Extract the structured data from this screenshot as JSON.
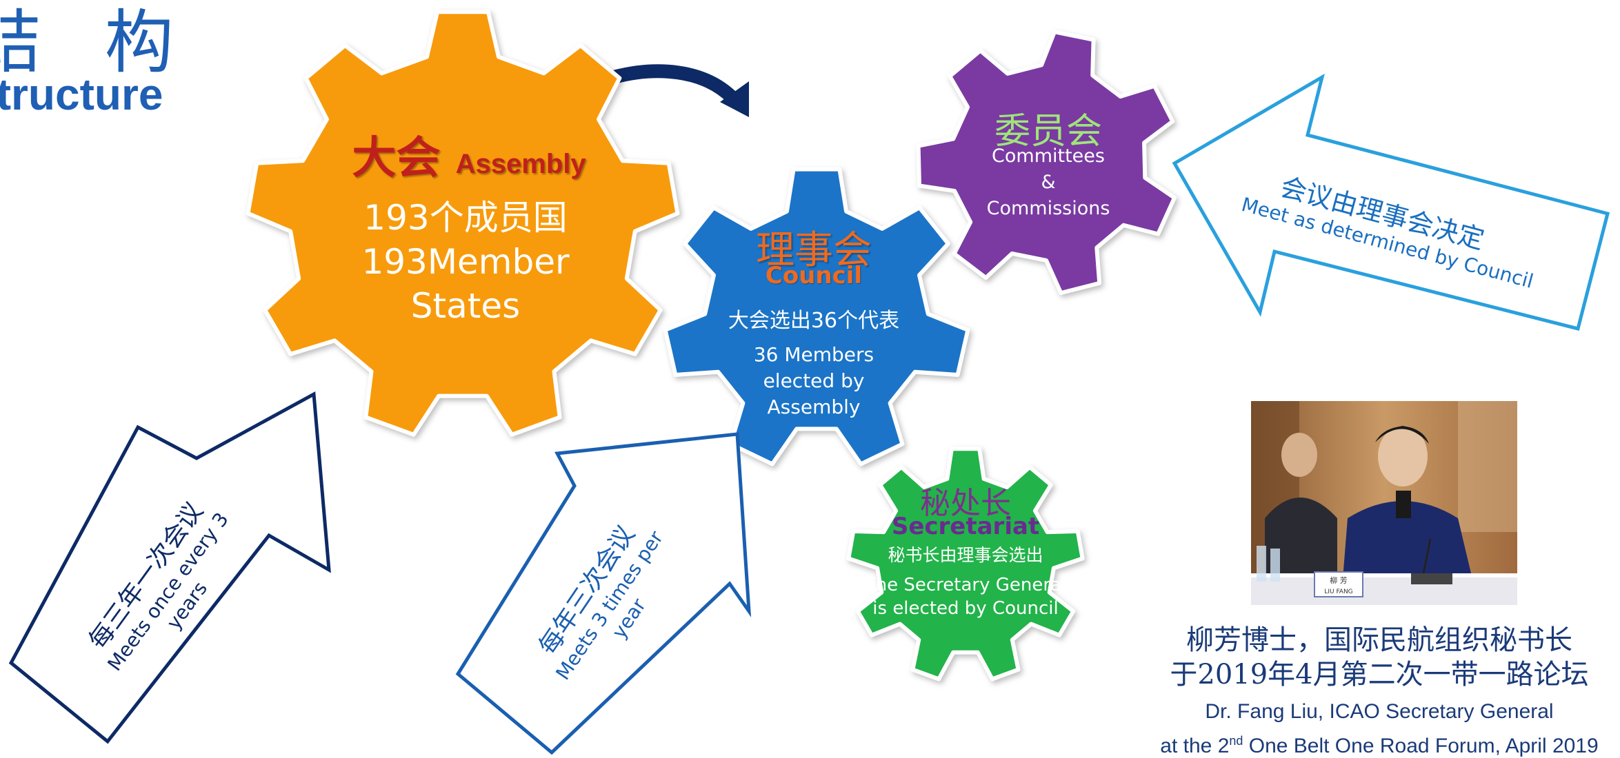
{
  "header": {
    "title_cn": "结 构",
    "title_en": "Structure"
  },
  "assembly": {
    "name_cn": "大会",
    "name_en": "Assembly",
    "line1": "193个成员国",
    "line2": "193Member",
    "line3": "States",
    "color": "#f79b0c"
  },
  "council": {
    "name_cn": "理事会",
    "name_en": "Council",
    "line1": "大会选出36个代表",
    "line2": "36 Members elected by Assembly",
    "color": "#1b74c7"
  },
  "committees": {
    "name_cn": "委员会",
    "line1": "Committees",
    "line2": "&",
    "line3": "Commissions",
    "color": "#7a3aa2"
  },
  "secretariat": {
    "name_cn": "秘处长",
    "name_en": "Secretariat",
    "line1": "秘书长由理事会选出",
    "line2": "The Secretary General is elected by Council",
    "color": "#22b34a"
  },
  "arrows": {
    "assembly_cn": "每三年一次会议",
    "assembly_en": "Meets once every 3 years",
    "council_cn": "每年三次会议",
    "council_en": "Meets 3 times per year",
    "committees_cn": "会议由理事会决定",
    "committees_en": "Meet as determined by Council"
  },
  "photo": {
    "nameplate_cn": "柳 芳",
    "nameplate_en": "LIU FANG"
  },
  "caption": {
    "cn_line1": "柳芳博士，国际民航组织秘书长",
    "cn_line2": "于2019年4月第二次一带一路论坛",
    "en_line1": "Dr. Fang Liu, ICAO Secretary General",
    "en_line2_pre": "at the 2",
    "en_line2_sup": "nd",
    "en_line2_post": " One Belt One Road Forum, April 2019"
  }
}
